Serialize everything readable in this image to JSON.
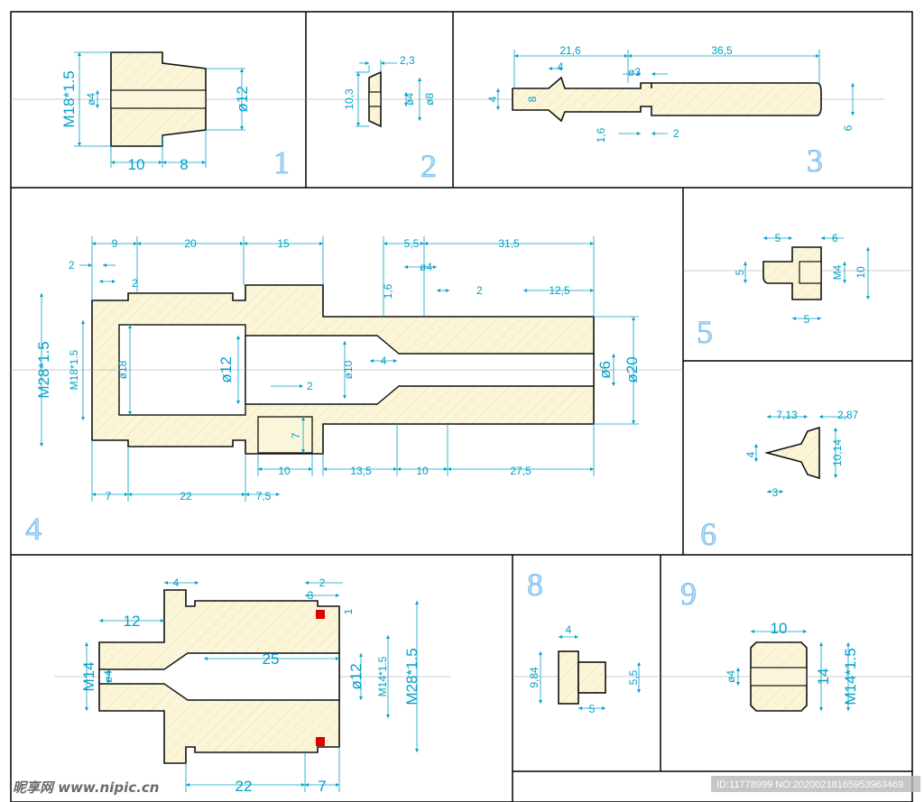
{
  "parts": {
    "p1": {
      "number": "1",
      "dims": {
        "thread": "M18*1.5",
        "bore": "ø4",
        "dia": "ø12",
        "len_a": "10",
        "len_b": "8"
      }
    },
    "p2": {
      "number": "2",
      "dims": {
        "width": "2,3",
        "height": "10,3",
        "bore": "ø4",
        "dia": "ø8"
      }
    },
    "p3": {
      "number": "3",
      "dims": {
        "len_a": "21,6",
        "len_b": "36,5",
        "len_c": "4",
        "groove": "ø3",
        "dia_a": "4",
        "dia_b": "8",
        "groove_w": "1,6",
        "groove_l": "2",
        "dia_c": "6"
      }
    },
    "p4": {
      "number": "4",
      "dims": {
        "d9": "9",
        "d20": "20",
        "d15": "15",
        "d5_5": "5,5",
        "d31_5": "31,5",
        "d2a": "2",
        "d2b": "2",
        "d1_6": "1,6",
        "dia4": "ø4",
        "d2c": "2",
        "d12_5": "12,5",
        "thread28": "M28*1.5",
        "thread18": "M18*1.5",
        "dia18": "ø18",
        "dia12": "ø12",
        "dia10": "ø10",
        "d4": "4",
        "dia6": "ø6",
        "dia20": "ø20",
        "d2d": "2",
        "d7": "7",
        "d10a": "10",
        "d13_5": "13,5",
        "d10b": "10",
        "d27_5": "27,5",
        "d7b": "7",
        "d22": "22",
        "d7_5": "7,5"
      }
    },
    "p5": {
      "number": "5",
      "dims": {
        "d5a": "5",
        "d6": "6",
        "d5b": "5",
        "m4": "M4",
        "d10": "10",
        "d5c": "5"
      }
    },
    "p6": {
      "number": "6",
      "dims": {
        "d7_13": "7,13",
        "d2_87": "2,87",
        "d4": "4",
        "d10_14": "10,14",
        "d3": "3"
      }
    },
    "p7": {
      "dims": {
        "d4": "4",
        "d2": "2",
        "d3": "3",
        "d12": "12",
        "d1": "1",
        "m14": "M14",
        "dia4": "ø4",
        "d25": "25",
        "dia12": "ø12",
        "m14_15": "M14*1.5",
        "m28_15": "M28*1.5",
        "d22": "22",
        "d7": "7"
      }
    },
    "p8": {
      "number": "8",
      "dims": {
        "d4": "4",
        "d9_84": "9,84",
        "d5_5": "5,5",
        "d5": "5"
      }
    },
    "p9": {
      "number": "9",
      "dims": {
        "d10": "10",
        "dia4": "ø4",
        "d14": "14",
        "m14": "M14*1.5"
      }
    }
  },
  "watermark": {
    "site": "昵享网 www.nipic.cn",
    "id": "ID:11778999 NO:20200218165953963469"
  },
  "colors": {
    "dimension": "#00a0c8",
    "hatch_fill": "#fbf6da",
    "accent": "#e00000",
    "frame": "#000000"
  }
}
